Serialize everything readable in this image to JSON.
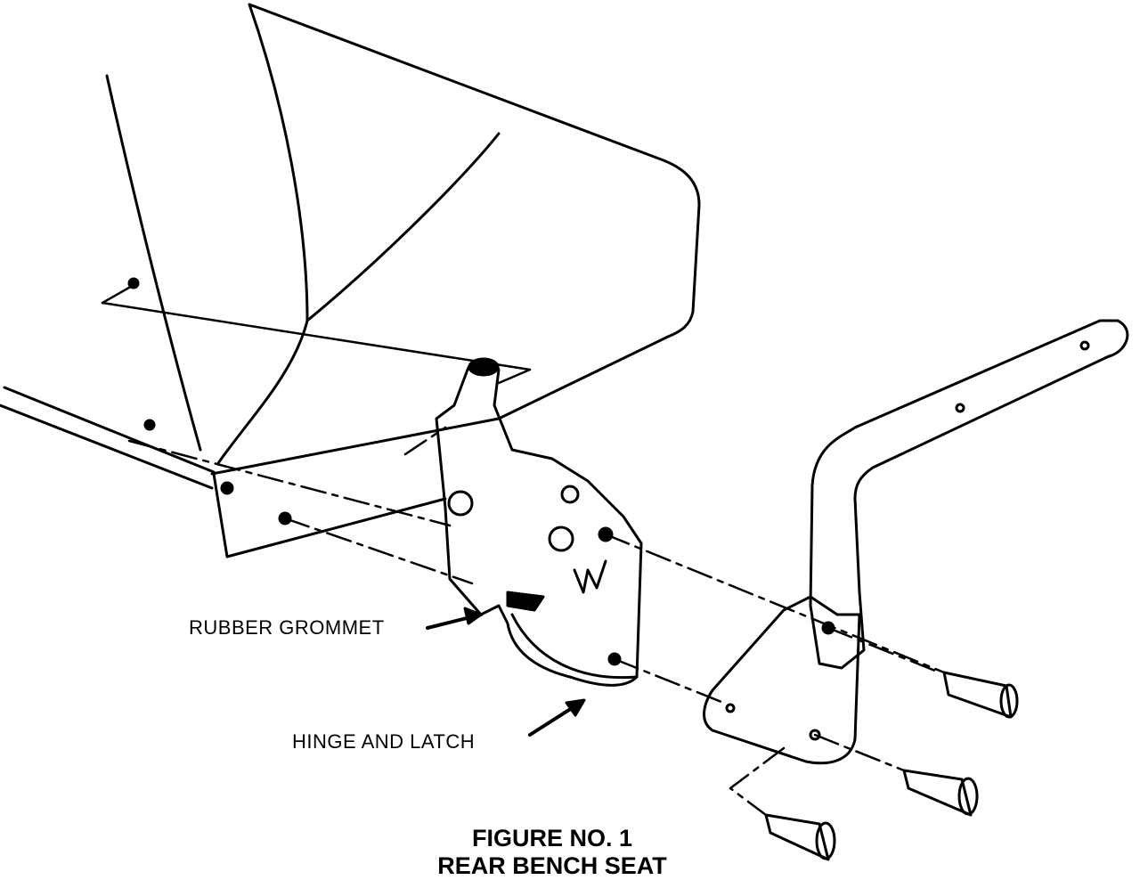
{
  "figure": {
    "title_line1": "FIGURE NO. 1",
    "title_line2": "REAR BENCH SEAT"
  },
  "callouts": {
    "rubber_grommet": "RUBBER GROMMET",
    "hinge_and_latch": "HINGE AND LATCH"
  },
  "colors": {
    "ink": "#000000",
    "paper": "#ffffff"
  }
}
